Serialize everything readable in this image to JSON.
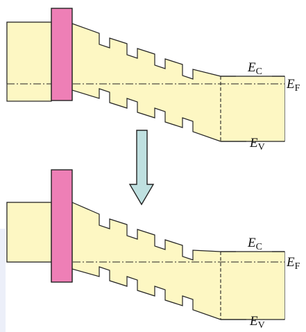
{
  "labels": {
    "ec": {
      "letter": "E",
      "sub": "C"
    },
    "ef": {
      "letter": "E",
      "sub": "F"
    },
    "ev": {
      "letter": "E",
      "sub": "V"
    }
  },
  "colors": {
    "band_fill": "#fdf7c3",
    "metal_fill": "#ee7fb6",
    "arrow_fill": "#bfe0e0",
    "line": "#222222"
  }
}
